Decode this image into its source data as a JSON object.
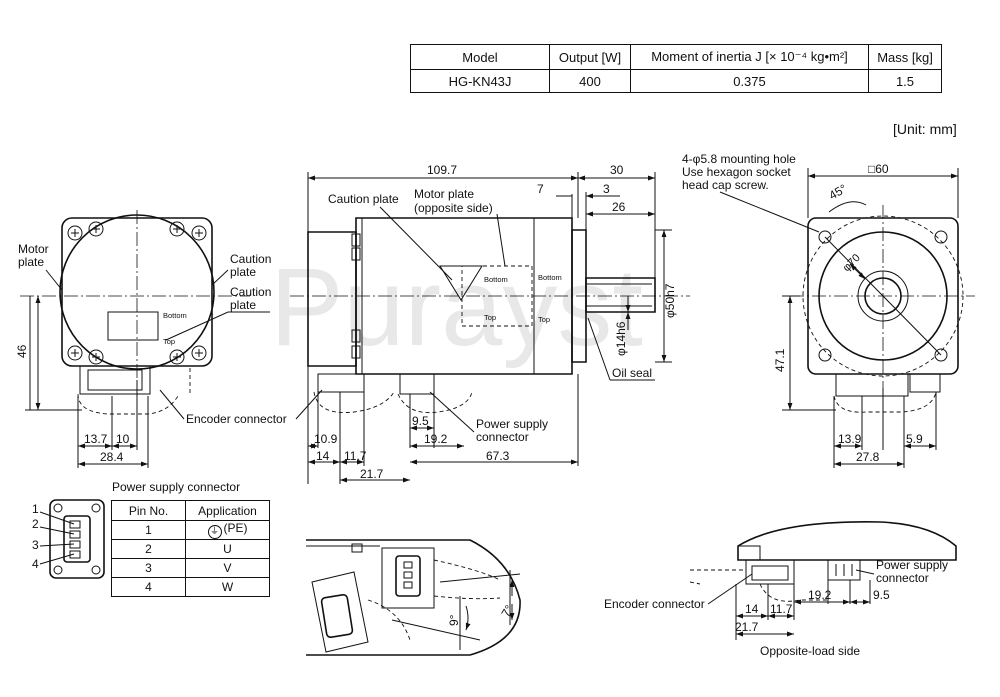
{
  "spec_table": {
    "headers": [
      "Model",
      "Output [W]",
      "Moment of inertia J [× 10⁻⁴ kg•m²]",
      "Mass [kg]"
    ],
    "row": [
      "HG-KN43J",
      "400",
      "0.375",
      "1.5"
    ]
  },
  "unit_label": "[Unit: mm]",
  "watermark": "Purayst",
  "front_view": {
    "labels": {
      "motor_plate": [
        "Motor",
        "plate"
      ],
      "caution_plate_1": [
        "Caution",
        "plate"
      ],
      "caution_plate_2": [
        "Caution",
        "plate"
      ],
      "encoder_connector": "Encoder connector",
      "bottom": "Bottom",
      "top": "Top"
    },
    "dims": {
      "height": "46",
      "d13_7": "13.7",
      "d10": "10",
      "d28_4": "28.4"
    }
  },
  "side_view": {
    "labels": {
      "caution_plate": "Caution plate",
      "motor_plate": [
        "Motor plate",
        "(opposite side)"
      ],
      "bottom_a": "Bottom",
      "top_a": "Top",
      "bottom_b": "Bottom",
      "top_b": "Top",
      "oil_seal": "Oil seal",
      "power_supply_connector": [
        "Power supply",
        "connector"
      ]
    },
    "dims": {
      "d109_7": "109.7",
      "d30": "30",
      "d7": "7",
      "d3": "3",
      "d26": "26",
      "phi50": "φ50h7",
      "phi14": "φ14h6",
      "d10_9": "10.9",
      "d14": "14",
      "d11_7": "11.7",
      "d21_7": "21.7",
      "d9_5": "9.5",
      "d19_2": "19.2",
      "d67_3": "67.3"
    }
  },
  "flange_view": {
    "labels": {
      "mounting_hole": [
        "4-φ5.8 mounting hole",
        "Use hexagon socket",
        "head cap screw."
      ],
      "square": "□60",
      "angle": "45°",
      "phi70": "φ70"
    },
    "dims": {
      "d47_1": "47.1",
      "d13_9": "13.9",
      "d5_9": "5.9",
      "d27_8": "27.8"
    }
  },
  "connector_section": {
    "title": "Power supply connector",
    "pins": [
      "1",
      "2",
      "3",
      "4"
    ],
    "table_headers": [
      "Pin No.",
      "Application"
    ],
    "table_rows": [
      {
        "pin": "1",
        "application": "(PE)"
      },
      {
        "pin": "2",
        "application": "U"
      },
      {
        "pin": "3",
        "application": "V"
      },
      {
        "pin": "4",
        "application": "W"
      }
    ]
  },
  "detail_view": {
    "angle_9": "9°",
    "angle_7": "7°"
  },
  "opposite_load_view": {
    "labels": {
      "power_supply_connector": [
        "Power supply",
        "connector"
      ],
      "encoder_connector": "Encoder connector",
      "caption": "Opposite-load side"
    },
    "dims": {
      "d14": "14",
      "d11_7": "11.7",
      "d19_2": "19.2",
      "d9_5": "9.5",
      "d21_7": "21.7"
    }
  }
}
